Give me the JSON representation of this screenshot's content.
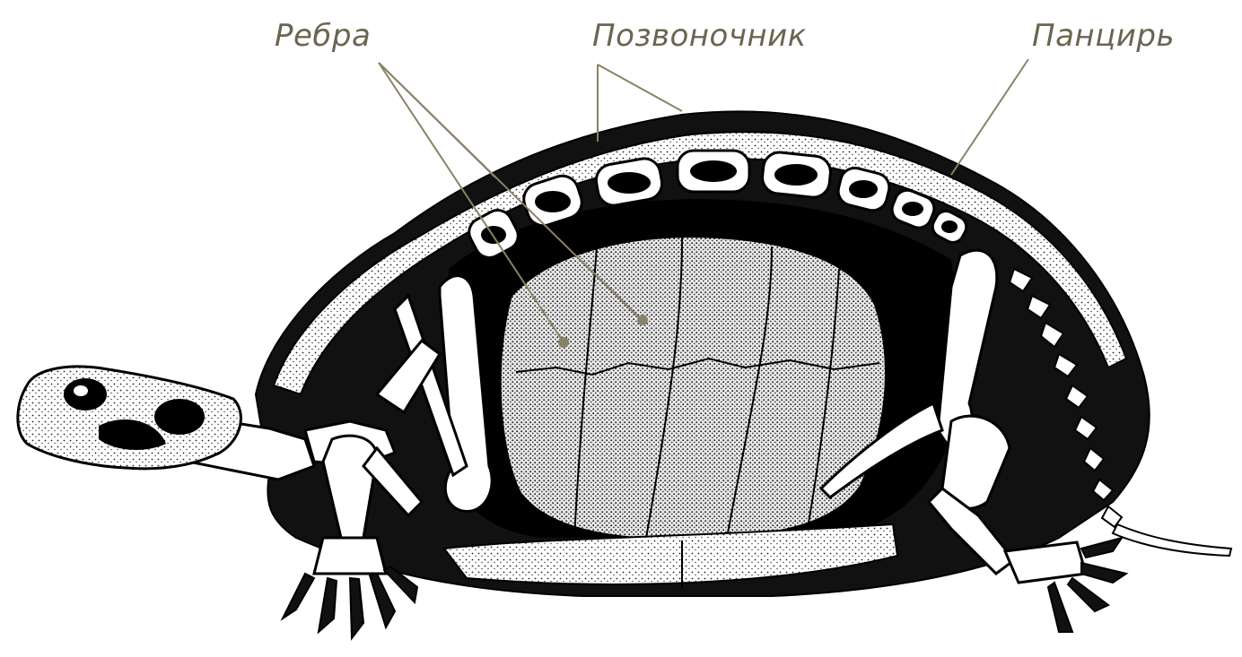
{
  "labels": {
    "ribs": "Ребра",
    "spine": "Позвоночник",
    "shell": "Панцирь"
  },
  "colors": {
    "label": "#6b6450",
    "leader_line": "#8a8268",
    "ink": "#111111",
    "bone": "#ffffff",
    "background": "#ffffff"
  }
}
